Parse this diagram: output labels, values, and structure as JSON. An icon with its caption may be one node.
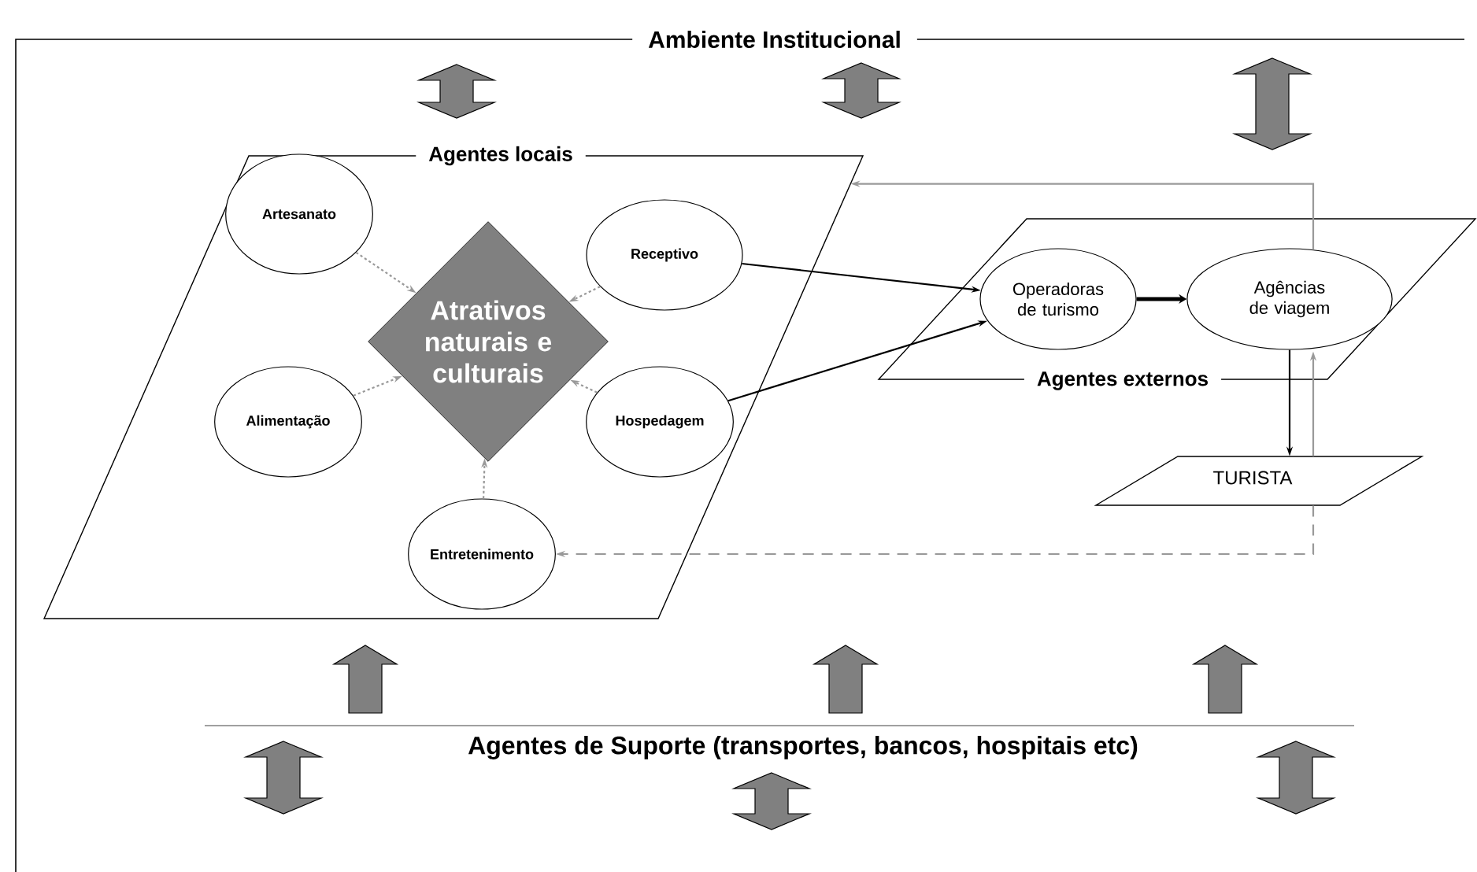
{
  "diagram": {
    "nodes": [
      {
        "text": [
          "Ambiente Institucional"
        ]
      },
      {
        "text": [
          "Agentes locais"
        ],
        "in": 0
      },
      {
        "text": [
          "Artesanato"
        ],
        "in": 1
      },
      {
        "text": [
          "Atrativos naturais e culturais"
        ],
        "in": 1
      },
      {
        "text": [
          "Receptivo"
        ],
        "in": 1
      },
      {
        "text": [
          "Alimentação"
        ],
        "in": 1
      },
      {
        "text": [
          "Hospedagem"
        ],
        "in": 1
      },
      {
        "text": [
          "Entretenimento"
        ],
        "in": 1
      },
      {
        "text": [
          "Agentes externos"
        ],
        "in": 0
      },
      {
        "text": [
          "Operadoras de turismo"
        ],
        "in": 8
      },
      {
        "text": [
          "Agências de viagem"
        ],
        "in": 8
      },
      {
        "text": [
          "TURISTA"
        ],
        "in": 0
      },
      {
        "text": [
          "Agentes de Suporte (transportes, bancos, hospitais etc)"
        ],
        "in": 0
      }
    ],
    "edges": [
      {
        "from": 2,
        "to": 3,
        "arrow": "to",
        "style": "dashed",
        "color": "#999999"
      },
      {
        "from": 4,
        "to": 3,
        "arrow": "to",
        "style": "dashed",
        "color": "#999999"
      },
      {
        "from": 5,
        "to": 3,
        "arrow": "to",
        "style": "dashed",
        "color": "#999999"
      },
      {
        "from": 6,
        "to": 3,
        "arrow": "to",
        "style": "dashed",
        "color": "#999999"
      },
      {
        "from": 7,
        "to": 3,
        "arrow": "to",
        "style": "dashed",
        "color": "#999999"
      },
      {
        "from": 4,
        "to": 9,
        "arrow": "to",
        "color": "#000000"
      },
      {
        "from": 6,
        "to": 9,
        "arrow": "to",
        "color": "#000000"
      },
      {
        "from": 9,
        "to": 10,
        "arrow": "to",
        "style": "thick",
        "color": "#000000"
      },
      {
        "from": 10,
        "to": 11,
        "arrow": "to",
        "color": "#000000"
      },
      {
        "from": 11,
        "to": 10,
        "arrow": "to",
        "color": "#999999"
      },
      {
        "from": 10,
        "to": 1,
        "arrow": "to",
        "color": "#999999"
      },
      {
        "from": 11,
        "to": 7,
        "arrow": "to",
        "style": "dashed",
        "color": "#999999"
      },
      {
        "from": 0,
        "to": 1,
        "arrow": "both",
        "style": "thick",
        "color": "#808080"
      },
      {
        "from": 0,
        "to": 1,
        "arrow": "both",
        "style": "thick",
        "color": "#808080"
      },
      {
        "from": 0,
        "to": 8,
        "arrow": "both",
        "style": "thick",
        "color": "#808080"
      },
      {
        "from": 12,
        "to": 1,
        "arrow": "to",
        "style": "thick",
        "color": "#808080"
      },
      {
        "from": 12,
        "to": null,
        "arrow": "to",
        "style": "thick",
        "color": "#808080"
      },
      {
        "from": 12,
        "to": null,
        "arrow": "to",
        "style": "thick",
        "color": "#808080"
      },
      {
        "from": 12,
        "to": null,
        "arrow": "both",
        "style": "thick",
        "color": "#808080"
      },
      {
        "from": 12,
        "to": null,
        "arrow": "both",
        "style": "thick",
        "color": "#808080"
      },
      {
        "from": 12,
        "to": null,
        "arrow": "both",
        "style": "thick",
        "color": "#808080"
      }
    ]
  }
}
